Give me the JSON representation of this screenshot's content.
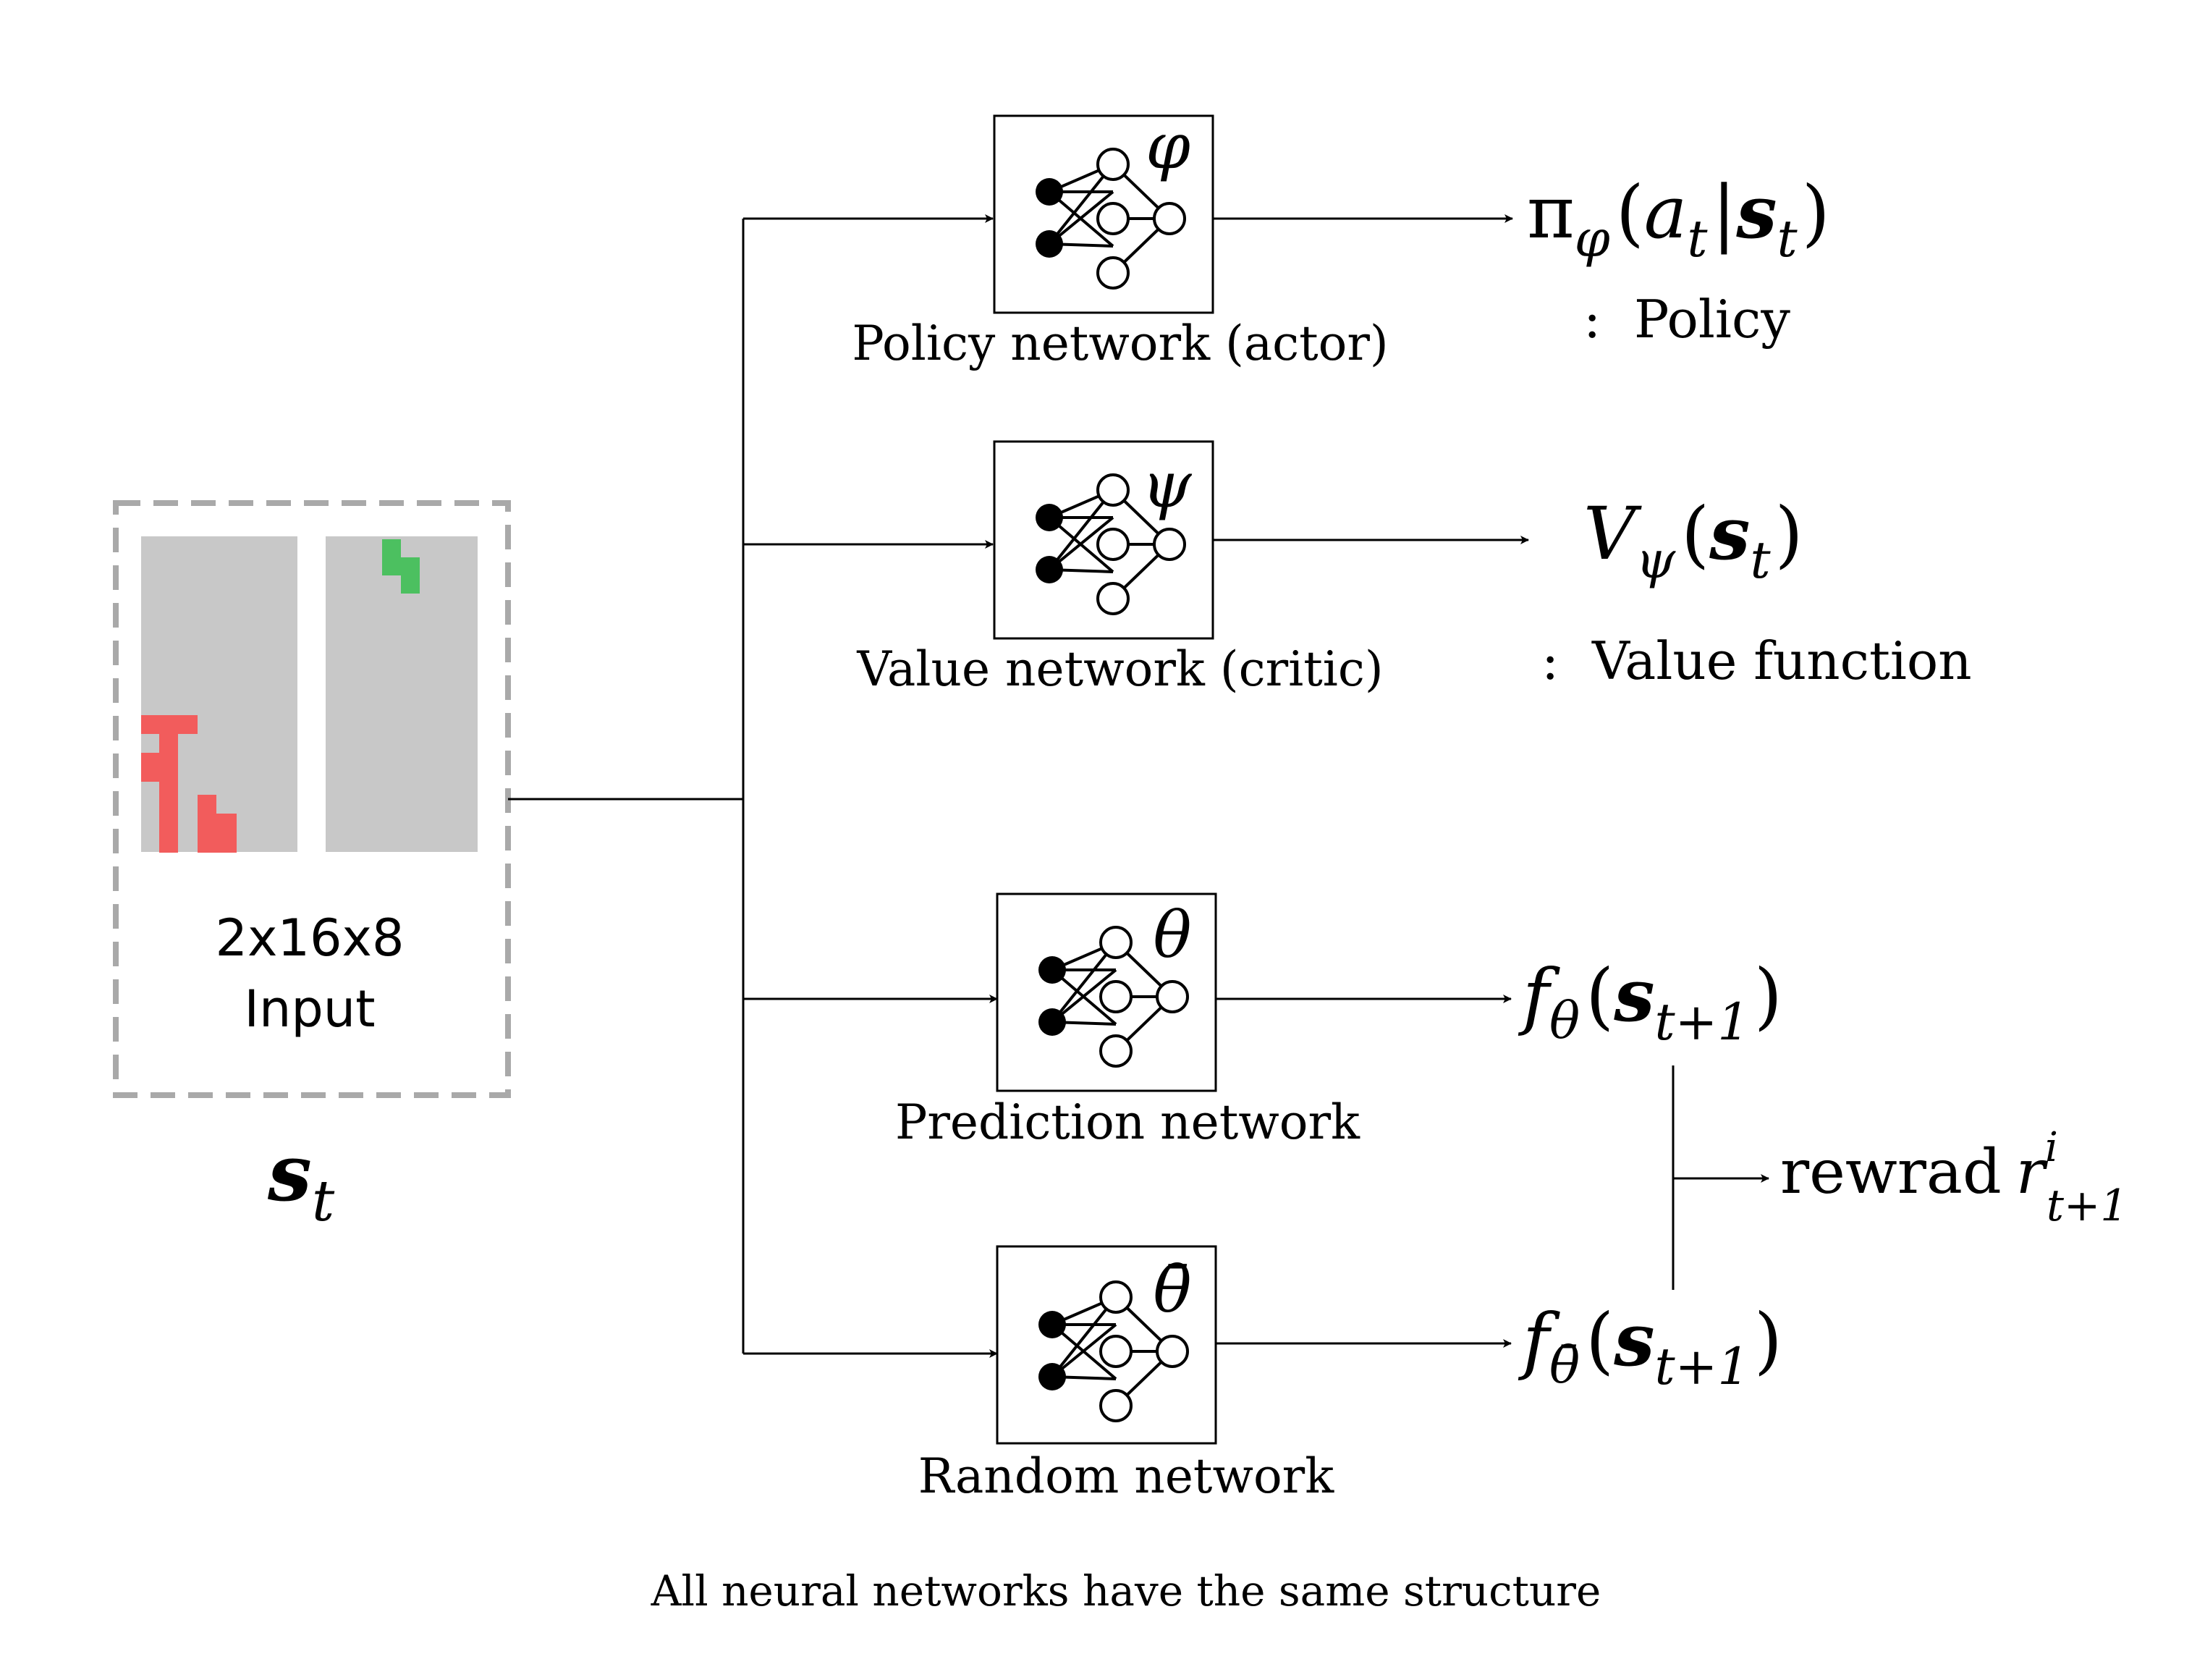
{
  "input": {
    "dims": "2x16x8",
    "label": "Input",
    "state_symbol": "s",
    "state_sub": "t",
    "colors": {
      "grid": "#c8c8c8",
      "piece_red": "#f25c5c",
      "piece_green": "#4cc060",
      "border": "#a9a9a9"
    }
  },
  "networks": [
    {
      "id": "policy",
      "name": "Policy network (actor)",
      "param": "φ"
    },
    {
      "id": "value",
      "name": "Value network (critic)",
      "param": "ψ"
    },
    {
      "id": "prediction",
      "name": "Prediction network",
      "param": "θ"
    },
    {
      "id": "random",
      "name": "Random network",
      "param": "θ̄"
    }
  ],
  "outputs": {
    "policy": {
      "pi": "π",
      "pi_sub": "φ",
      "open": "(",
      "a": "a",
      "a_sub": "t",
      "bar": "|",
      "s": "s",
      "s_sub": "t",
      "close": ")",
      "desc": ":  Policy"
    },
    "value": {
      "V": "V",
      "V_sub": "ψ",
      "open": "(",
      "s": "s",
      "s_sub": "t",
      "close": ")",
      "desc": ":  Value function"
    },
    "prediction": {
      "f": "f",
      "f_sub": "θ",
      "open": "(",
      "s": "s",
      "s_sub": "t+1",
      "close": ")"
    },
    "random": {
      "f": "f",
      "f_sub": "θ̄",
      "open": "(",
      "s": "s",
      "s_sub": "t+1",
      "close": ")"
    }
  },
  "reward": {
    "word": "rewrad",
    "r": "r",
    "sup": "i",
    "sub": "t+1"
  },
  "caption": "All neural networks have the same structure"
}
